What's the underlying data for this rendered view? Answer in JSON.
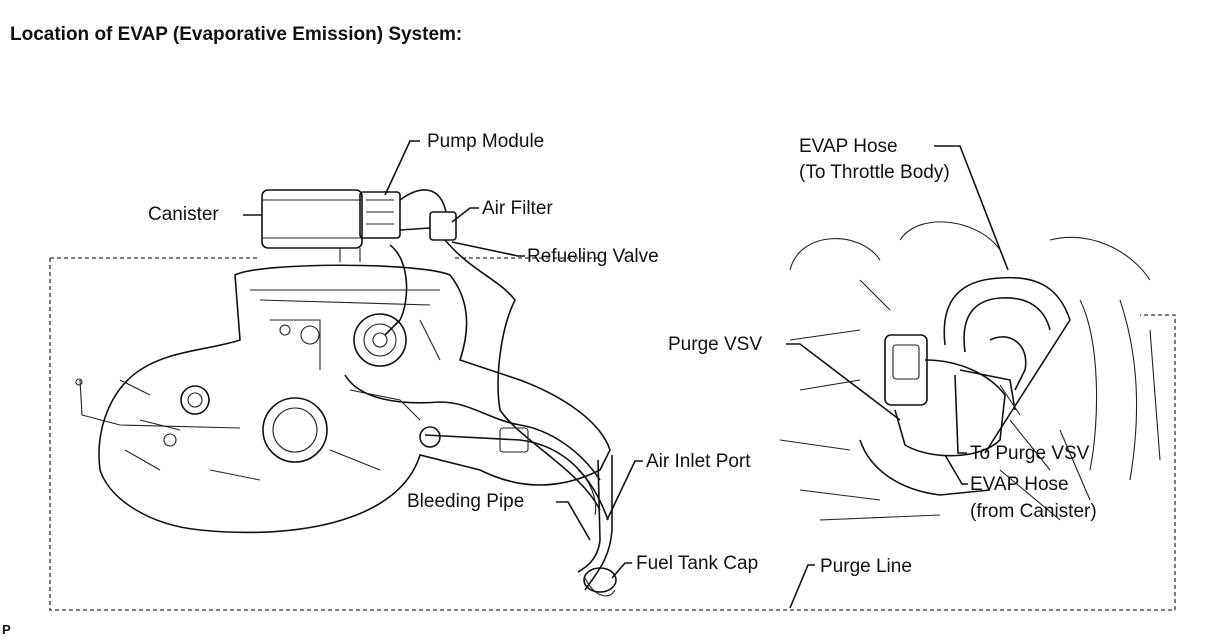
{
  "title": "Location of EVAP (Evaporative Emission) System:",
  "corner_mark": "P",
  "labels": {
    "pump_module": "Pump Module",
    "canister": "Canister",
    "air_filter": "Air Filter",
    "refueling_valve": "Refueling Valve",
    "air_inlet_port": "Air Inlet Port",
    "bleeding_pipe": "Bleeding Pipe",
    "fuel_tank_cap": "Fuel Tank Cap",
    "purge_line": "Purge Line",
    "evap_hose_throttle_1": "EVAP Hose",
    "evap_hose_throttle_2": "(To Throttle Body)",
    "purge_vsv": "Purge VSV",
    "to_purge_vsv": "To Purge VSV",
    "evap_hose_canister_1": "EVAP Hose",
    "evap_hose_canister_2": "(from Canister)"
  }
}
